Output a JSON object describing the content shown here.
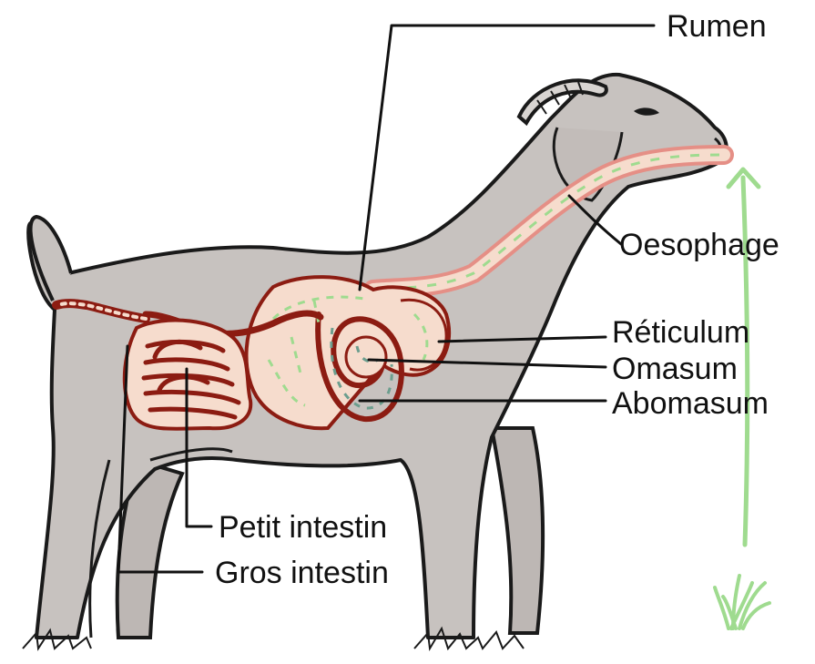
{
  "labels": {
    "rumen": "Rumen",
    "oesophage": "Oesophage",
    "reticulum": "Réticulum",
    "omasum": "Omasum",
    "abomasum": "Abomasum",
    "petit_intestin": "Petit intestin",
    "gros_intestin": "Gros intestin"
  },
  "icons": {
    "animal": "goat-illustration",
    "food": "grass-icon",
    "flow": "food-path-arrow-icon"
  },
  "colors": {
    "body": "#c7c2bf",
    "outline": "#1a1a1a",
    "organ_fill": "#f6dccd",
    "organ_outline": "#8c1c12",
    "esophagus_wall": "#e58f86",
    "food_green": "#9fdb8f",
    "digesta_teal": "#6c9e8e"
  }
}
